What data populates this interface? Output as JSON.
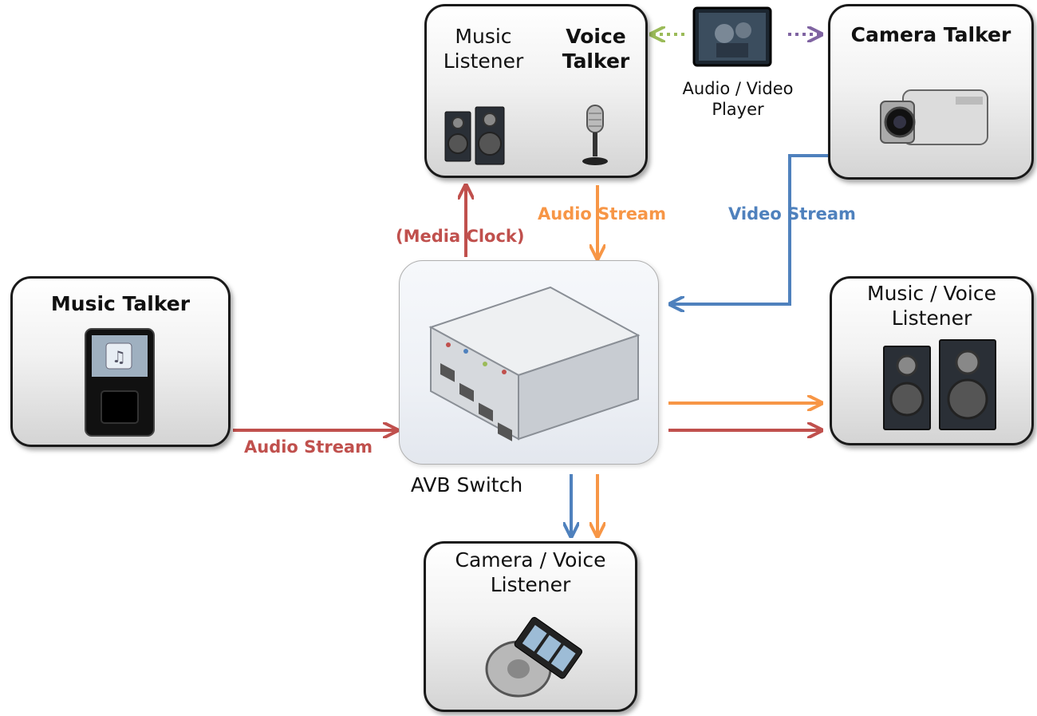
{
  "colors": {
    "audio_red": "#c0504d",
    "audio_orange": "#f79646",
    "video_blue": "#4f81bd",
    "green_dotted": "#9bbb59",
    "purple_dotted": "#8064a2"
  },
  "nodes": {
    "music_talker": {
      "title": "Music Talker",
      "icon": "media-player-icon"
    },
    "music_listener_top": {
      "title_line1": "Music",
      "title_line2": "Listener",
      "icon": "speakers-icon"
    },
    "voice_talker": {
      "title_line1": "Voice",
      "title_line2": "Talker",
      "icon": "microphone-icon"
    },
    "av_player": {
      "title_line1": "Audio / Video",
      "title_line2": "Player",
      "icon": "video-thumbnail-icon"
    },
    "camera_talker": {
      "title": "Camera Talker",
      "icon": "camcorder-icon"
    },
    "avb_switch": {
      "title": "AVB Switch",
      "icon": "network-switch-icon"
    },
    "music_voice_listener": {
      "title_line1": "Music / Voice",
      "title_line2": "Listener",
      "icon": "speakers-icon"
    },
    "camera_voice_listener": {
      "title_line1": "Camera / Voice",
      "title_line2": "Listener",
      "icon": "film-reel-icon"
    }
  },
  "streams": {
    "audio_stream_left": "Audio Stream",
    "media_clock": "(Media Clock)",
    "audio_stream_top": "Audio Stream",
    "video_stream": "Video Stream"
  }
}
